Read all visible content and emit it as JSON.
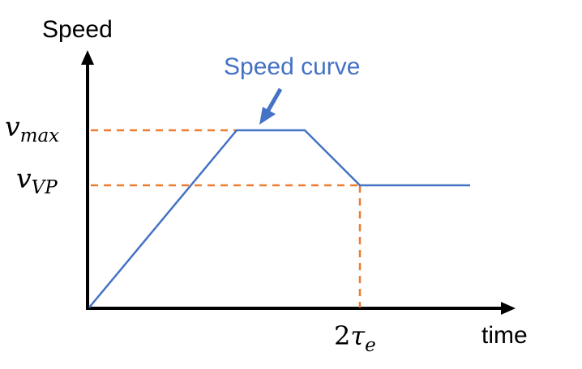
{
  "axes": {
    "y_label": "Speed",
    "x_label": "time"
  },
  "levels": {
    "v_max": {
      "symbol": "v",
      "subscript": "max"
    },
    "v_vp": {
      "symbol": "v",
      "subscript": "VP"
    }
  },
  "time_mark": {
    "coefficient": "2",
    "symbol": "τ",
    "subscript": "e"
  },
  "curve": {
    "label": "Speed curve",
    "color": "#4472C4"
  },
  "guide_color": "#ED7D31",
  "axis_color": "#000000"
}
